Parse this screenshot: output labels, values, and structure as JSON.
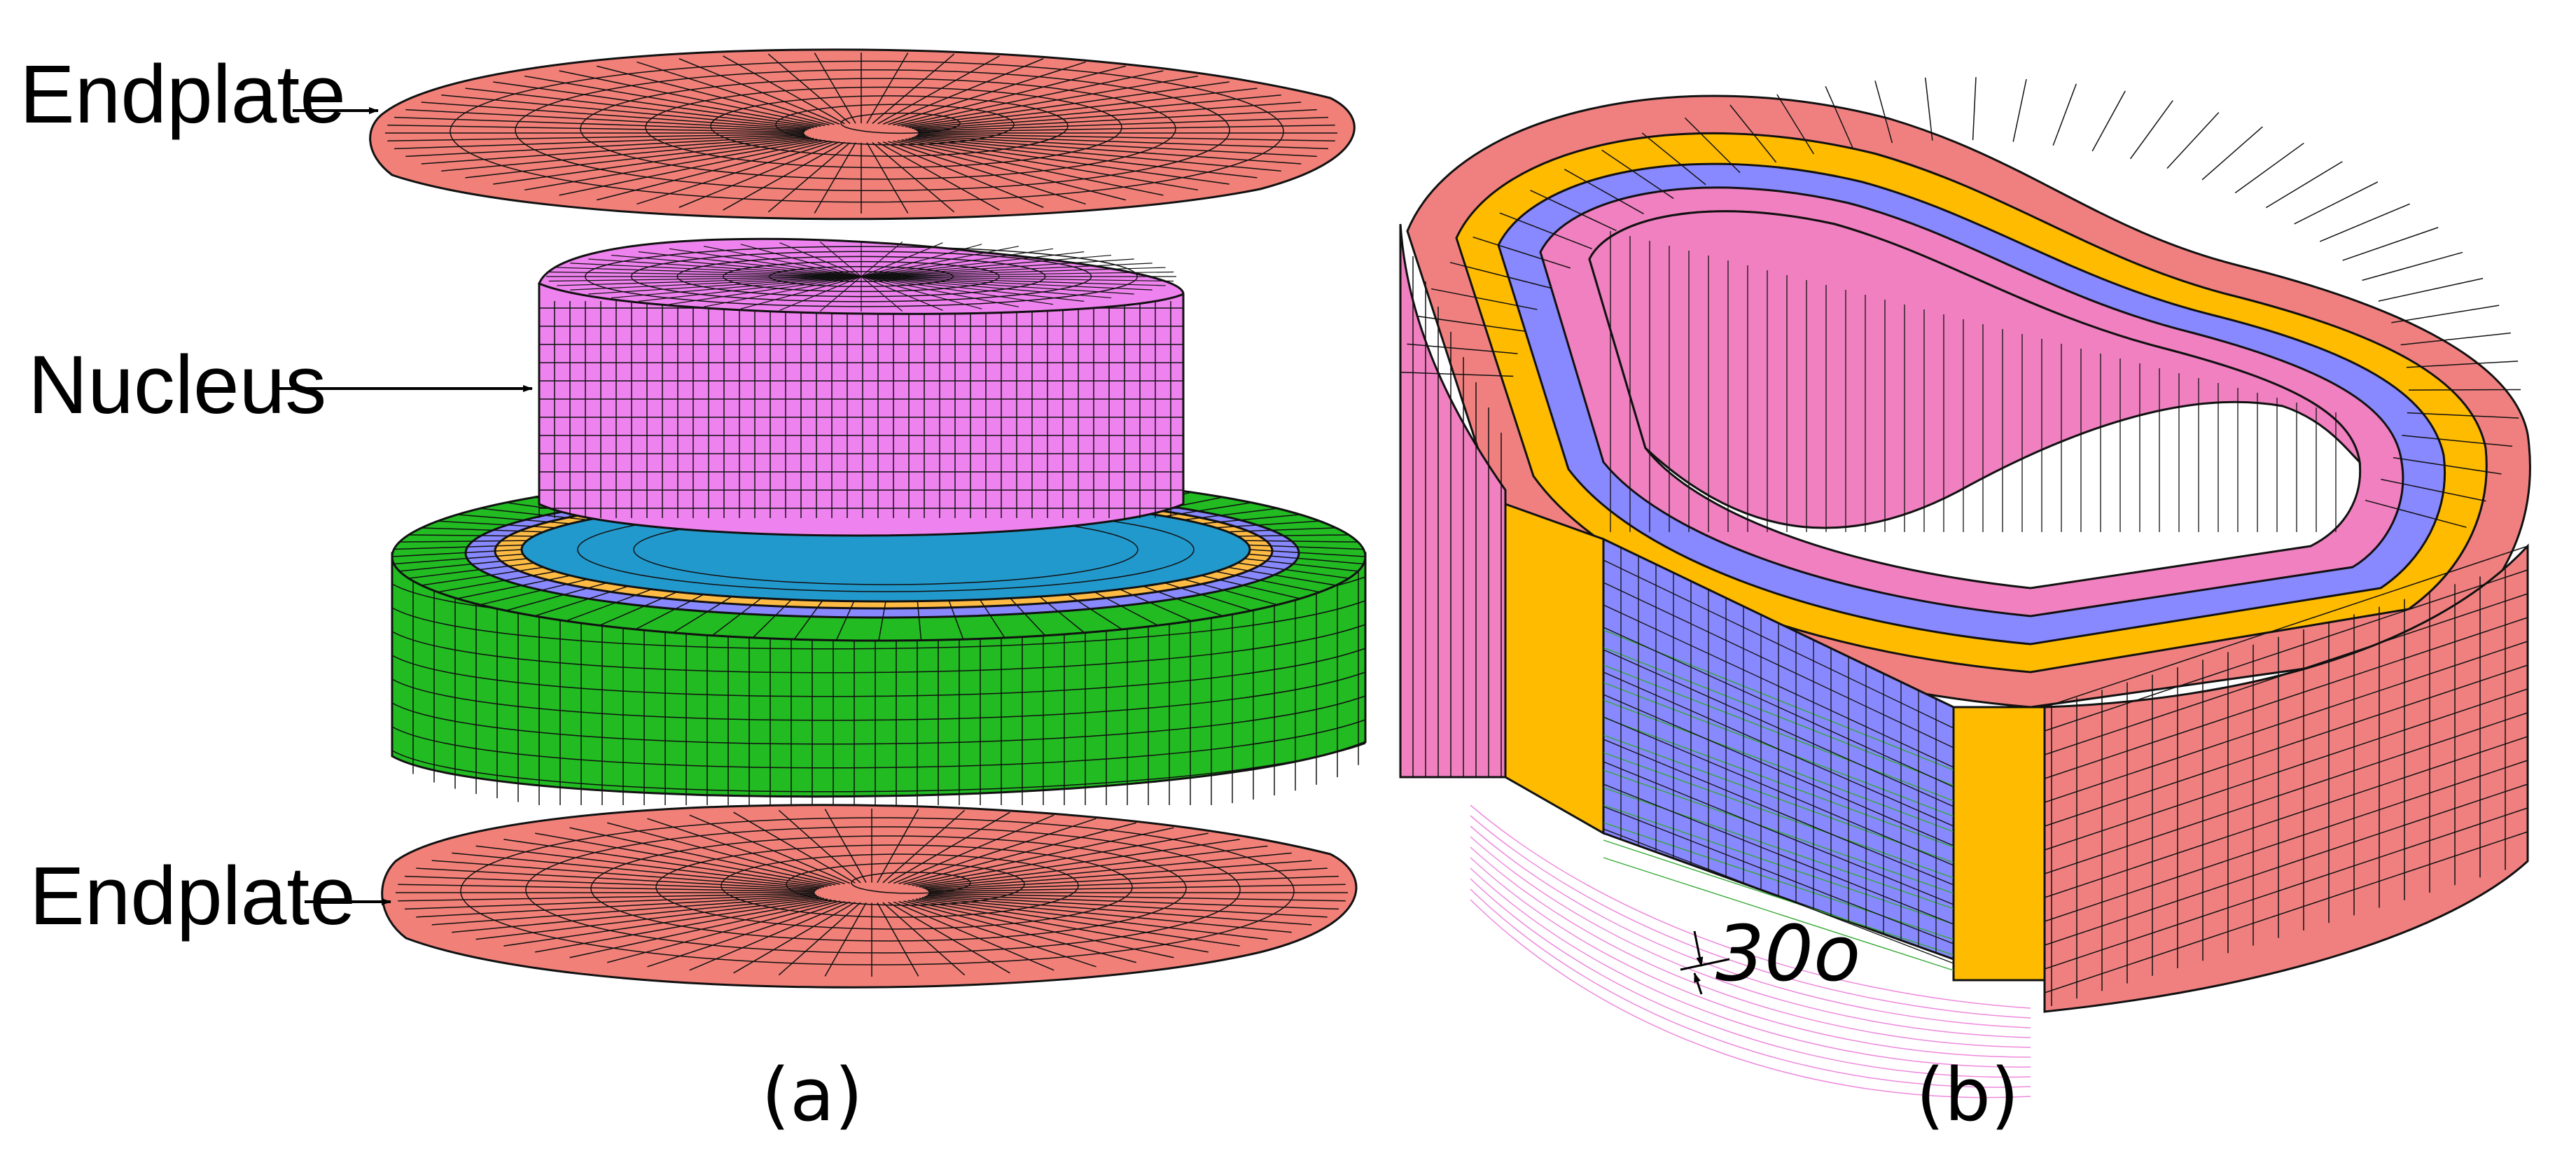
{
  "labels": {
    "endplate_top": "Endplate",
    "nucleus": "Nucleus",
    "endplate_bottom": "Endplate",
    "angle": "30o"
  },
  "captions": {
    "a": "(a)",
    "b": "(b)"
  },
  "colors": {
    "endplate": "#f08078",
    "nucleus": "#ee82ee",
    "annulus_outer": "#22bb22",
    "annulus_purple": "#8888ff",
    "annulus_orange": "#ffbb44",
    "annulus_inner": "#2299cc",
    "b_pink": "#f080c0",
    "b_orange": "#ffbb00",
    "b_blue": "#8888ff",
    "b_salmon": "#f08080",
    "fiber_green": "#33aa33",
    "mesh_line": "#111111"
  }
}
